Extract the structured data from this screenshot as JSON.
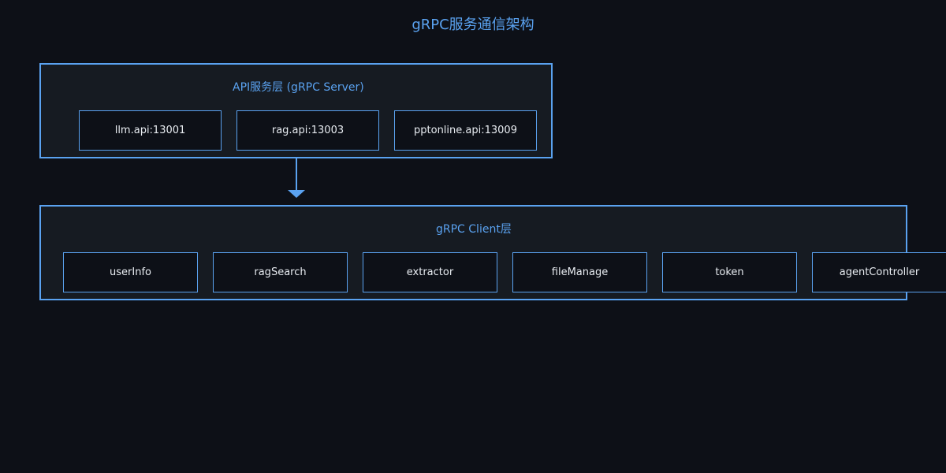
{
  "title": "gRPC服务通信架构",
  "server_layer": {
    "label": "API服务层 (gRPC Server)",
    "nodes": [
      "llm.api:13001",
      "rag.api:13003",
      "pptonline.api:13009"
    ]
  },
  "client_layer": {
    "label": "gRPC Client层",
    "nodes": [
      "userInfo",
      "ragSearch",
      "extractor",
      "fileManage",
      "token",
      "agentController"
    ]
  },
  "colors": {
    "background": "#0d1017",
    "panel": "#161b22",
    "accent": "#5aa2f0",
    "node_text": "#e8ecf1"
  }
}
